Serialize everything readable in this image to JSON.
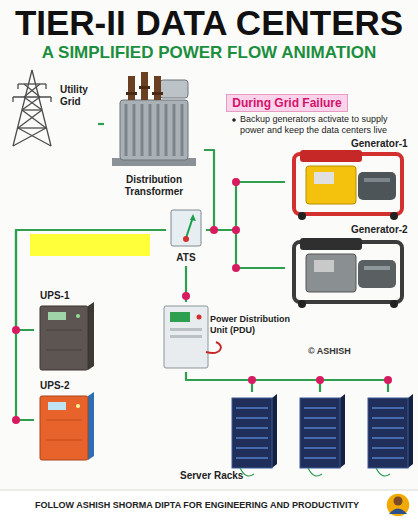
{
  "diagram": {
    "title": "TIER-II DATA CENTERS",
    "caption": "FOLLOW ASHISH SHORMA DIPTA FOR ENGINEERING AND PRODUCTIVITY",
    "nodes": [
      {
        "text": [
          "During Grid Failure"
        ]
      },
      {
        "text": [
          "Utility Grid"
        ]
      },
      {
        "text": [
          "Distribution Transformer"
        ]
      },
      {
        "text": [
          "Generator-1"
        ]
      },
      {
        "text": [
          "ATS"
        ]
      },
      {
        "text": [
          "Generator-2"
        ]
      },
      {
        "text": [
          "UPS-1"
        ]
      },
      {
        "text": [
          "Power Distribution Unit (PDU)"
        ]
      },
      {
        "text": [
          "UPS-2"
        ]
      },
      {
        "text": [
          "Server Racks"
        ]
      }
    ],
    "edges": [
      {
        "from": 1,
        "to": 2,
        "arrow": "none"
      },
      {
        "from": 2,
        "to": 4,
        "arrow": "none"
      },
      {
        "from": 3,
        "to": 4,
        "arrow": "none"
      },
      {
        "from": 5,
        "to": 4,
        "arrow": "none"
      },
      {
        "from": 4,
        "to": 6,
        "arrow": "none"
      },
      {
        "from": 4,
        "to": 8,
        "arrow": "none"
      },
      {
        "from": 4,
        "to": 7,
        "arrow": "none"
      },
      {
        "from": 7,
        "to": 9,
        "arrow": "none"
      }
    ],
    "labels": [
      "A SIMPLIFIED POWER FLOW ANIMATION",
      "Backup generators activate to supply power and keep the data centers live",
      "© ASHISH"
    ]
  }
}
